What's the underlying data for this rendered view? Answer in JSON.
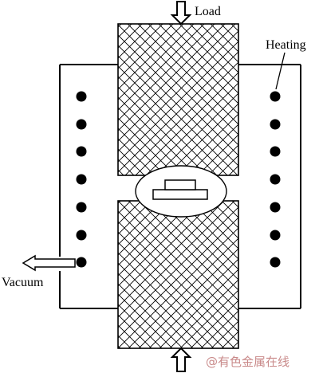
{
  "labels": {
    "load": "Load",
    "heating": "Heating",
    "vacuum": "Vacuum"
  },
  "watermark": "@有色金属在线",
  "colors": {
    "line": "#000000",
    "background": "#ffffff",
    "watermark": "#c98a8a"
  },
  "icons": {
    "load_arrow": "arrow-down-icon",
    "bottom_arrow": "arrow-up-icon",
    "vacuum_arrow": "arrow-left-icon"
  }
}
